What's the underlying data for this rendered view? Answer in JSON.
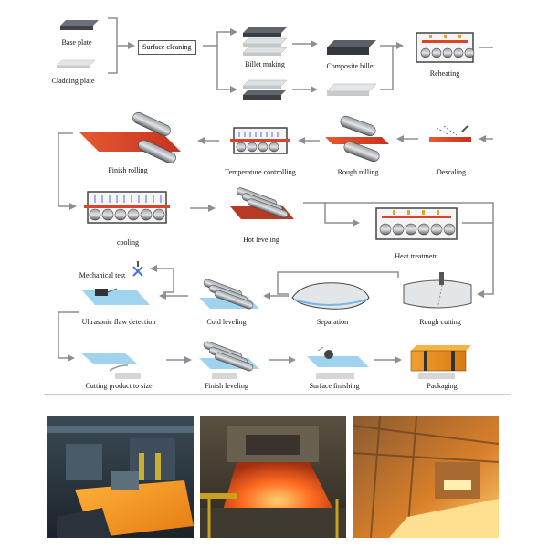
{
  "flow": {
    "base_plate": "Base plate",
    "cladding_plate": "Cladding plate",
    "surface_cleaning": "Surface cleaning",
    "billet_making": "Billet making",
    "composite_billet": "Composite billet",
    "reheating": "Reheating",
    "descaling": "Descaling",
    "rough_rolling": "Rough rolling",
    "temperature_controlling": "Temperature controlling",
    "finish_rolling": "Finish rolling",
    "cooling": "cooling",
    "hot_leveling": "Hot leveling",
    "heat_treatment": "Heat treatment",
    "mechanical_test": "Mechanical test",
    "ultrasonic_flaw_detection": "Ultrasonic flaw detection",
    "cold_leveling": "Cold leveling",
    "separation": "Separation",
    "rough_cutting": "Rough cutting",
    "cutting_product_to_size": "Cutting product to size",
    "finish_leveling": "Finish leveling",
    "surface_finishing": "Surface finishing",
    "packaging": "Packaging"
  },
  "colors": {
    "arrow": "#8a8f94",
    "plate_dark": "#4a4f55",
    "plate_light": "#d9dcdf",
    "hot_plate": "#d9452b",
    "cool_plate": "#9fd3ee",
    "roller": "#6b7076"
  }
}
